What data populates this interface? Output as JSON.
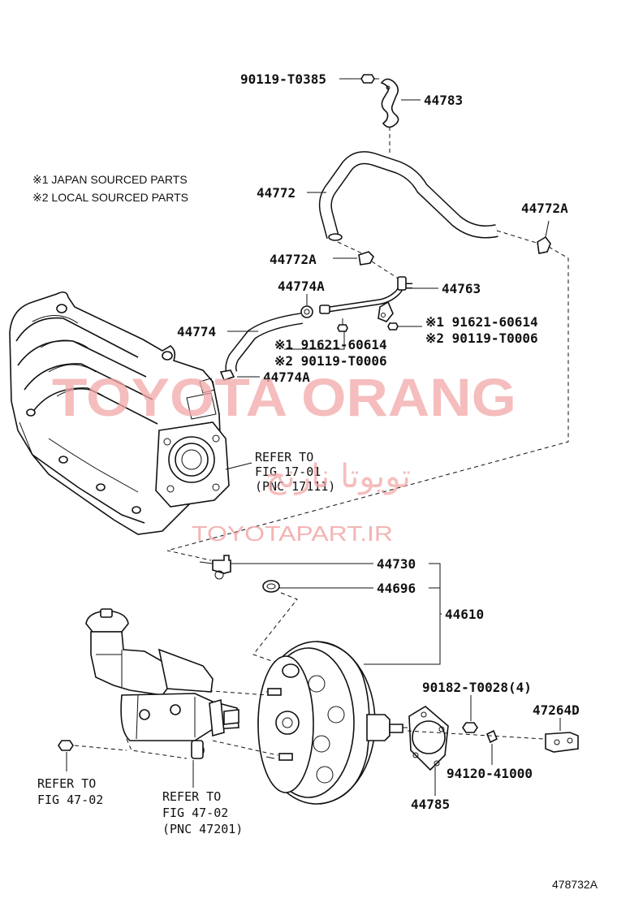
{
  "notes": {
    "japan": "※1 JAPAN SOURCED PARTS",
    "local": "※2 LOCAL SOURCED PARTS"
  },
  "labels": {
    "p90119_T0385": "90119-T0385",
    "p44783": "44783",
    "p44772": "44772",
    "p44772A_right": "44772A",
    "p44772A_left": "44772A",
    "p44774A_top": "44774A",
    "p44763": "44763",
    "p44774": "44774",
    "p44774A_bottom": "44774A",
    "right_j1": "※1 91621-60614",
    "right_j2": "※2 90119-T0006",
    "mid_j1": "※1 91621-60614",
    "mid_j2": "※2 90119-T0006",
    "refer_throttle_1": "REFER TO",
    "refer_throttle_2": "FIG 17-01",
    "refer_throttle_3": "(PNC 17111)",
    "p44730": "44730",
    "p44696": "44696",
    "p44610": "44610",
    "p90182": "90182-T0028(4)",
    "p47264D": "47264D",
    "p94120": "94120-41000",
    "p44785": "44785",
    "refer_left_1": "REFER TO",
    "refer_left_2": "FIG 47-02",
    "refer_mc_1": "REFER TO",
    "refer_mc_2": "FIG 47-02",
    "refer_mc_3": "(PNC 47201)",
    "diagram_id": "478732A"
  },
  "watermark": {
    "brand": "TOYOTA ORANG",
    "persian": "تویوتا نارنج",
    "url": "TOYOTAPART.IR",
    "color": "#f2a7a7"
  }
}
